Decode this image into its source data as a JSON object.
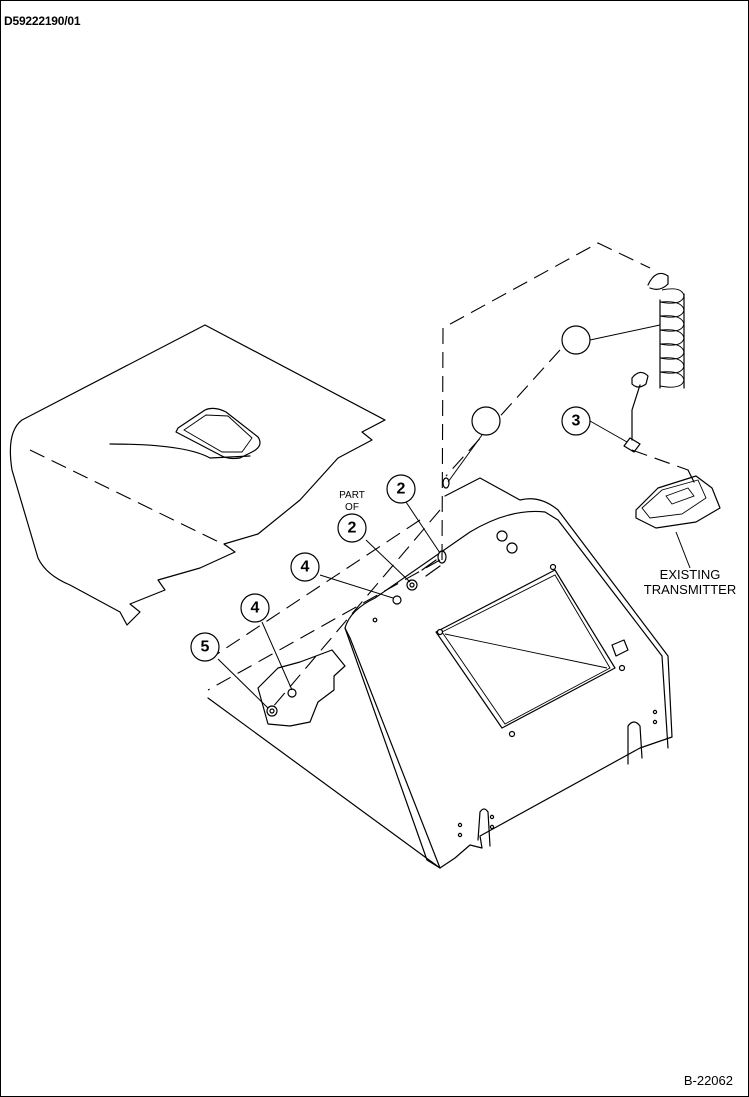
{
  "document": {
    "id": "D59222190/01",
    "figure": "B-22062"
  },
  "labels": {
    "part_of_line1": "PART",
    "part_of_line2": "OF",
    "existing_line1": "EXISTING",
    "existing_line2": "TRANSMITTER"
  },
  "callouts": [
    {
      "id": "c-1",
      "number": ""
    },
    {
      "id": "c-3a",
      "number": "3"
    },
    {
      "id": "c-3b",
      "number": ""
    },
    {
      "id": "c-2a",
      "number": "2"
    },
    {
      "id": "c-2b",
      "number": "2"
    },
    {
      "id": "c-4a",
      "number": "4"
    },
    {
      "id": "c-4b",
      "number": "4"
    },
    {
      "id": "c-5",
      "number": "5"
    }
  ]
}
